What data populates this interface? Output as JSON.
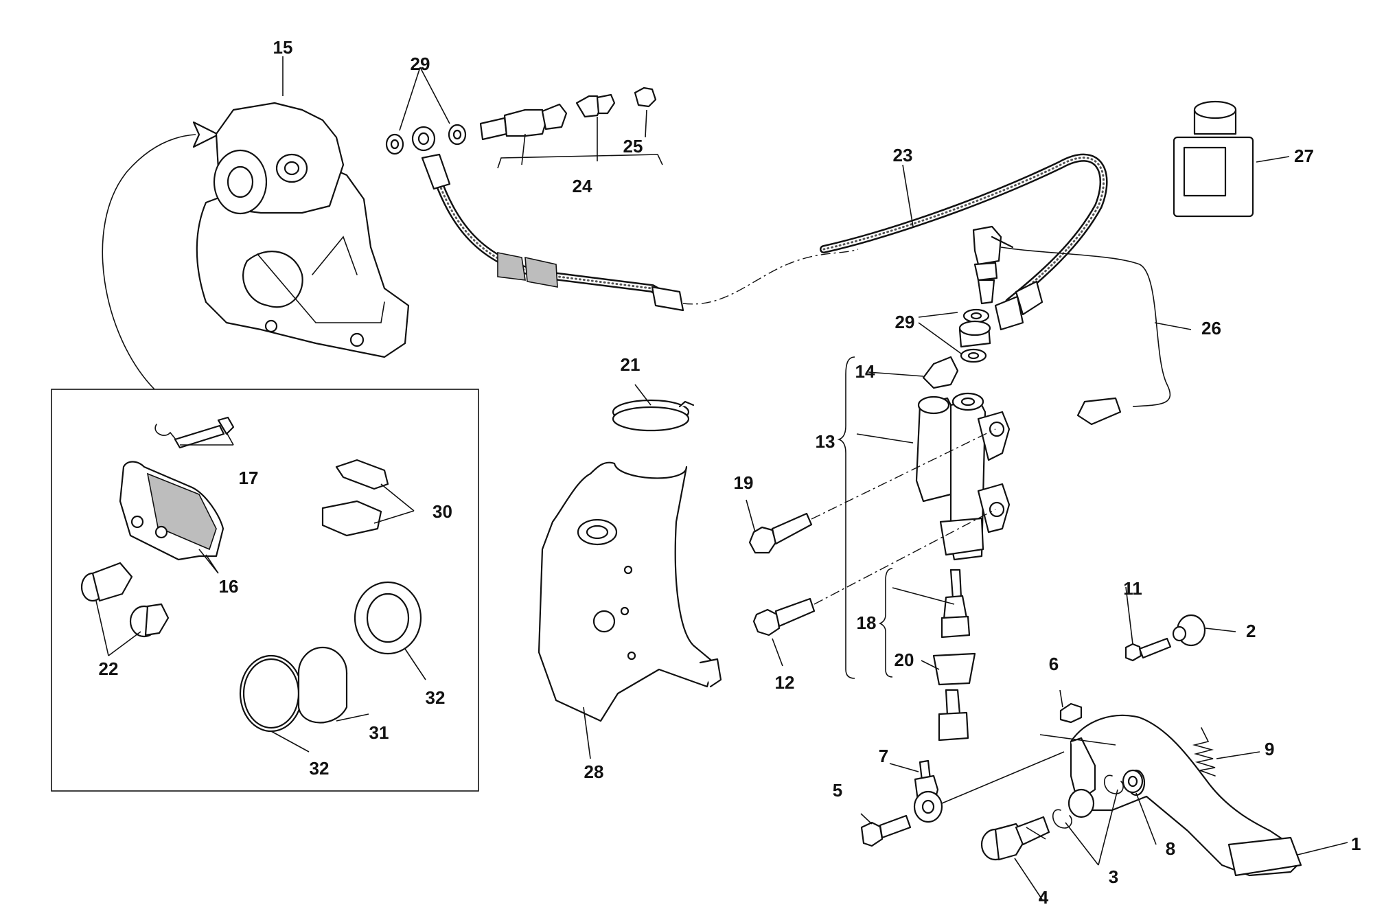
{
  "callouts": {
    "c1": "1",
    "c2": "2",
    "c3": "3",
    "c4": "4",
    "c5": "5",
    "c6": "6",
    "c7": "7",
    "c8": "8",
    "c9": "9",
    "c11": "11",
    "c12": "12",
    "c13": "13",
    "c14": "14",
    "c15": "15",
    "c16": "16",
    "c17": "17",
    "c18": "18",
    "c19": "19",
    "c20": "20",
    "c21": "21",
    "c22": "22",
    "c23": "23",
    "c24": "24",
    "c25": "25",
    "c26": "26",
    "c27": "27",
    "c28": "28",
    "c29a": "29",
    "c29b": "29",
    "c30": "30",
    "c31": "31",
    "c32a": "32",
    "c32b": "32"
  }
}
